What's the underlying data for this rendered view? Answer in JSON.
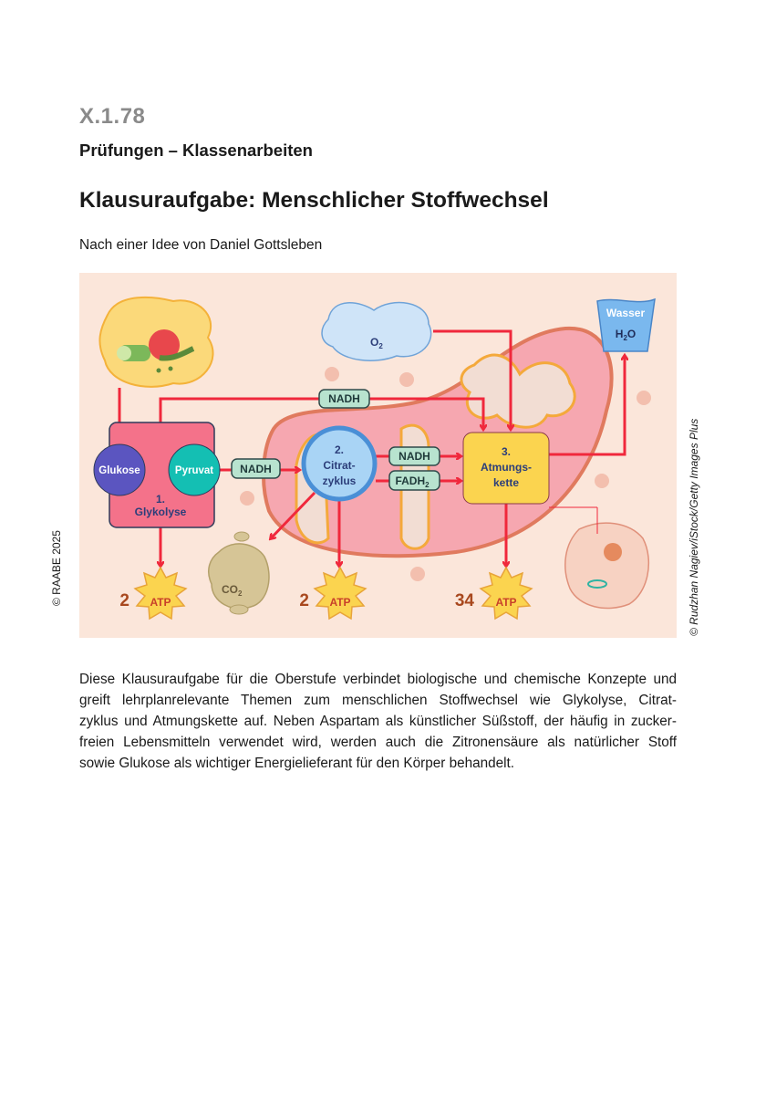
{
  "header": {
    "code": "X.1.78",
    "section": "Prüfungen – Klassenarbeiten",
    "title": "Klausuraufgabe: Menschlicher Stoffwechsel",
    "author": "Nach einer Idee von Daniel Gottsleben"
  },
  "figure": {
    "glukose": "Glukose",
    "pyruvat": "Pyruvat",
    "glykolyse_num": "1.",
    "glykolyse": "Glykolyse",
    "nadh_1": "NADH",
    "nadh_top": "NADH",
    "nadh_2": "NADH",
    "fadh2": {
      "base": "FADH",
      "sub": "2"
    },
    "citrat_num": "2.",
    "citrat_1": "Citrat-",
    "citrat_2": "zyklus",
    "atmung_num": "3.",
    "atmung_1": "Atmungs-",
    "atmung_2": "kette",
    "o2": {
      "base": "O",
      "sub": "2"
    },
    "co2": {
      "base": "CO",
      "sub": "2"
    },
    "wasser": "Wasser",
    "h2o": {
      "base": "H",
      "sub": "2",
      "tail": "O"
    },
    "atp": [
      {
        "count": "2",
        "label": "ATP"
      },
      {
        "count": "2",
        "label": "ATP"
      },
      {
        "count": "34",
        "label": "ATP"
      }
    ],
    "colors": {
      "arrow": "#f0283c",
      "background": "#fbe6da",
      "glykolyse": "#f4728a",
      "glukose": "#5b55c0",
      "pyruvat": "#14bfb3",
      "citrat": "#a9d4f5",
      "atmung": "#fbd44f",
      "pill": "#b8e3cf"
    }
  },
  "body": {
    "lines": [
      "Diese Klausuraufgabe für die Oberstufe verbindet biologische und chemische Konzepte und",
      "greift lehrplanrelevante Themen zum menschlichen Stoffwechsel wie Glykolyse, Citrat-",
      "zyklus und Atmungskette auf. Neben Aspartam als künstlicher Süßstoff, der häufig in zucker-",
      "freien Lebensmitteln verwendet wird, werden auch die Zitronensäure als natürlicher Stoff",
      "sowie Glukose als wichtiger Energielieferant für den Körper behandelt."
    ]
  },
  "credits": {
    "publisher": "© RAABE 2025",
    "image": "© Rudzhan Nagiev/iStock/Getty Images Plus"
  }
}
